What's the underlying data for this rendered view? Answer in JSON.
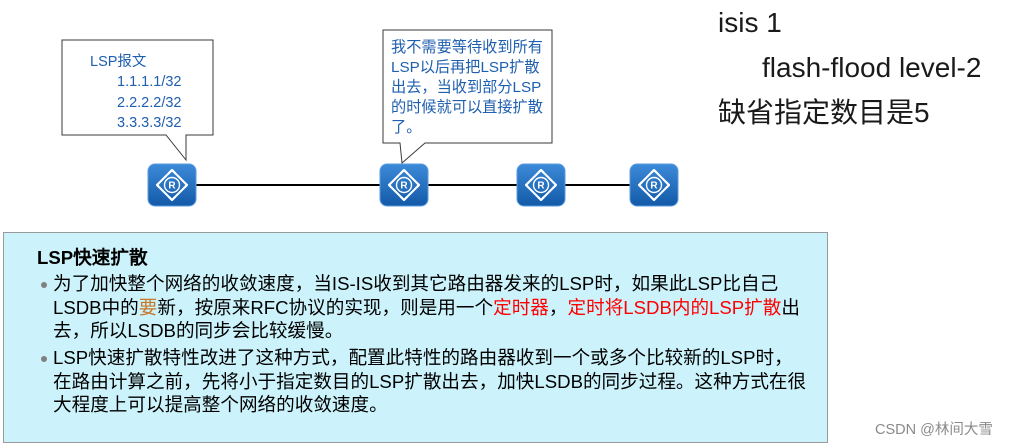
{
  "callouts": {
    "lsp_packet": {
      "title": "LSP报文",
      "prefixes": [
        "1.1.1.1/32",
        "2.2.2.2/32",
        "3.3.3.3/32"
      ]
    },
    "fast_flood_note": {
      "lines": [
        "我不需要等待收到所有",
        "LSP以后再把LSP扩散",
        "出去，当收到部分LSP",
        "的时候就可以直接扩散",
        "了。"
      ]
    }
  },
  "topology": {
    "node_icon": "router-icon",
    "node_glyph": "R",
    "node_count": 4,
    "links": [
      [
        0,
        1
      ],
      [
        1,
        2
      ],
      [
        2,
        3
      ]
    ]
  },
  "config": {
    "lines": [
      "isis 1",
      "flash-flood level-2"
    ],
    "note": "缺省指定数目是5"
  },
  "info_box": {
    "title": "LSP快速扩散",
    "bullet_icon": "bullet-dot-icon",
    "bullets": [
      {
        "lines": [
          [
            {
              "text": "为了加快整个网络的收敛速度，当IS-IS收到其它路由器发来的LSP时，如果此LSP比自己"
            }
          ],
          [
            {
              "text": "LSDB中的"
            },
            {
              "text": "要",
              "color": "#c8782a"
            },
            {
              "text": "新，按原来RFC协议的实现，则是用一个"
            },
            {
              "text": "定时器",
              "color": "#ff0000"
            },
            {
              "text": "，"
            },
            {
              "text": "定时将LSDB内的LSP扩散",
              "color": "#ff0000"
            },
            {
              "text": "出"
            }
          ],
          [
            {
              "text": "去，所以LSDB的同步会比较缓慢。"
            }
          ]
        ]
      },
      {
        "lines": [
          [
            {
              "text": "LSP快速扩散特性改进了这种方式，配置此特性的路由器收到一个或多个比较新的LSP时，"
            }
          ],
          [
            {
              "text": "在路由计算之前，先将小于指定数目的LSP扩散出去，加快LSDB的同步过程。这种方式在很"
            }
          ],
          [
            {
              "text": "大程度上可以提高整个网络的收敛速度。"
            }
          ]
        ]
      }
    ]
  },
  "watermark": "CSDN @林间大雪",
  "colors": {
    "callout_text": "#1f5faf",
    "callout_border": "#3a3a3a",
    "router_fill": "#135aa8",
    "router_fill_light": "#3d8ad8",
    "link": "#000000",
    "info_box_bg": "#ccf3fb",
    "info_box_border": "#9a9a9a",
    "bullet": "#808080",
    "emphasis": "#ff0000",
    "watermark": "#8a8a8a",
    "config_text": "#1a1a1a"
  }
}
